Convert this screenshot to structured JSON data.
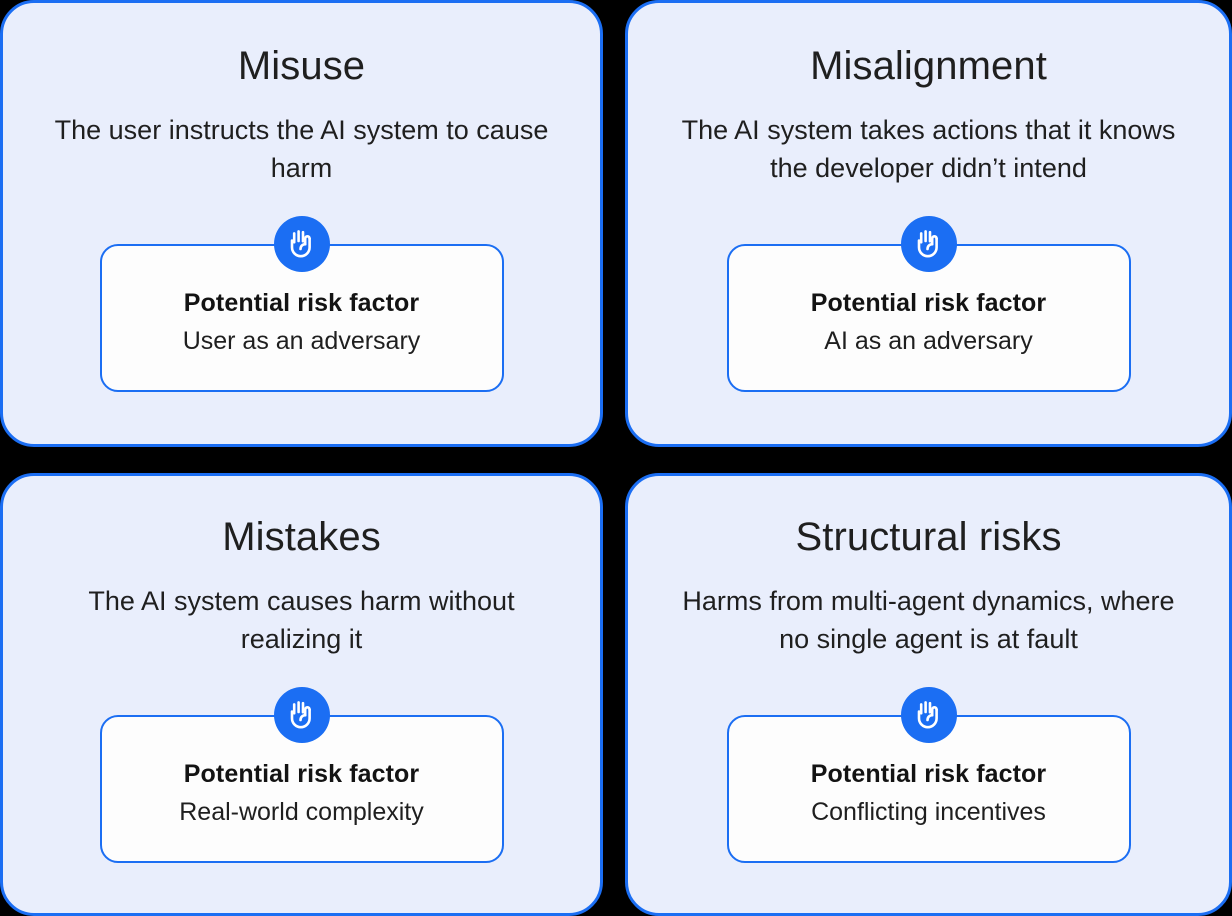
{
  "theme": {
    "page_background": "#000000",
    "card_background": "#e9eefc",
    "card_border": "#1b6ef3",
    "inner_box_background": "#fdfdfd",
    "inner_box_border": "#1b6ef3",
    "icon_circle": "#1b6ef3",
    "icon_glyph": "#ffffff",
    "text_primary": "#1f1f1f"
  },
  "risk_label": "Potential risk factor",
  "icon_name": "raised-hand-icon",
  "cards": [
    {
      "title": "Misuse",
      "description": "The user instructs the AI system to cause harm",
      "risk_label": "Potential risk factor",
      "risk_value": "User as an adversary"
    },
    {
      "title": "Misalignment",
      "description": "The AI system takes actions that it knows the developer didn’t intend",
      "risk_label": "Potential risk factor",
      "risk_value": "AI as an adversary"
    },
    {
      "title": "Mistakes",
      "description": "The AI system causes harm without realizing it",
      "risk_label": "Potential risk factor",
      "risk_value": "Real-world complexity"
    },
    {
      "title": "Structural risks",
      "description": "Harms from multi-agent dynamics, where no single agent is at fault",
      "risk_label": "Potential risk factor",
      "risk_value": "Conflicting incentives"
    }
  ]
}
